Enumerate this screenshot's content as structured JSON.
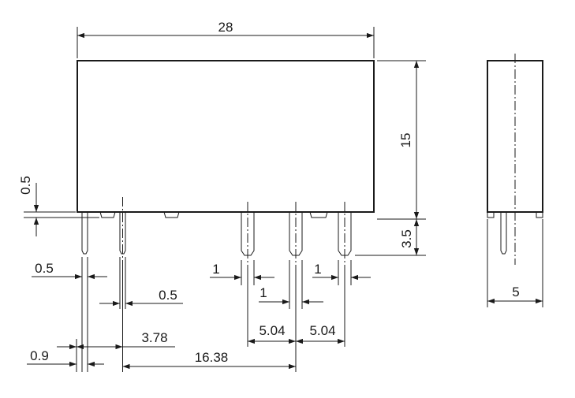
{
  "drawing": {
    "type": "relay dimensional drawing",
    "units": "mm",
    "front_view": {
      "length": "28",
      "height": "15",
      "pin_length": "3.5",
      "standoff": "0.5",
      "pin_width": "0.5",
      "pin_thickness": "0.5",
      "right_pin_width_a": "1",
      "right_pin_width_b": "1",
      "right_pin_thickness": "1",
      "pitch_a": "5.04",
      "pitch_b": "5.04",
      "first_pitch": "3.78",
      "edge_offset": "0.9",
      "span": "16.38"
    },
    "side_view": {
      "width": "5"
    }
  }
}
